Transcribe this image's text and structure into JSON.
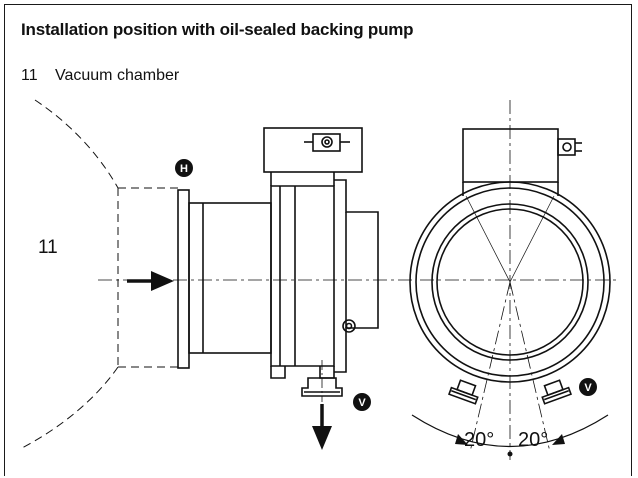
{
  "title": "Installation position with oil-sealed backing pump",
  "legend": [
    {
      "number": "11",
      "label": "Vacuum chamber"
    }
  ],
  "diagram": {
    "chamber_label": "11",
    "badge_h": "H",
    "badge_v": "V",
    "angle_left": "20°",
    "angle_right": "20°"
  }
}
